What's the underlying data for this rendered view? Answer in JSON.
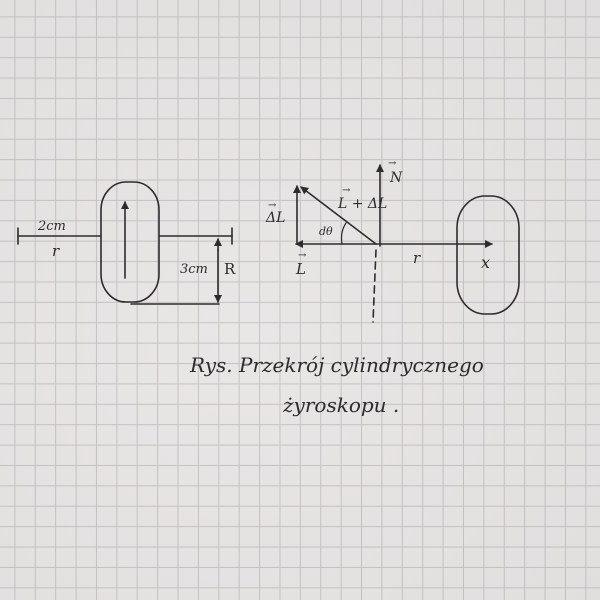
{
  "figure": {
    "labels": {
      "left_radius_dim": "2cm",
      "left_r": "r",
      "left_height_dim": "3cm",
      "left_R": "R",
      "delta_L": "ΔL",
      "L_plus_delta_L": "L + ΔL",
      "N": "N",
      "d_theta": "dθ",
      "L": "L",
      "right_r": "r",
      "x_axis": "x"
    },
    "caption": {
      "line1": "Rys.  Przekrój cylindrycznego",
      "line2": "żyroskopu ."
    }
  },
  "colors": {
    "paper": "#e9e7e6",
    "grid": "#c7c3c5",
    "ink": "#2e2b2d"
  }
}
